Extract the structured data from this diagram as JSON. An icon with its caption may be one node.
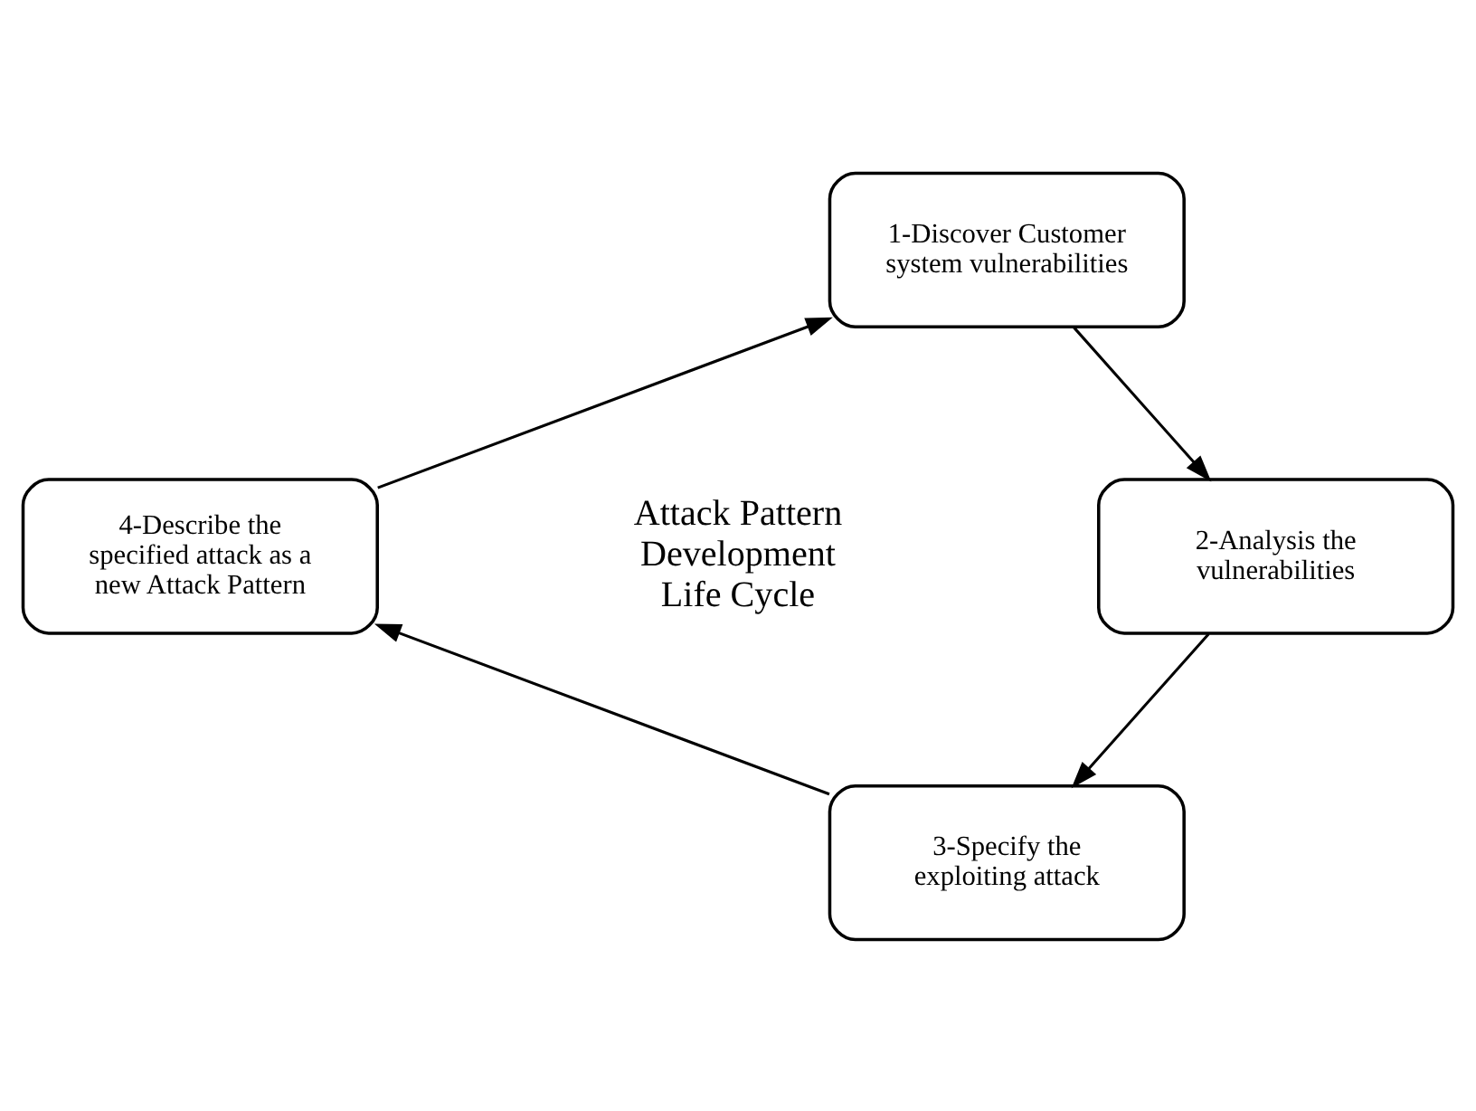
{
  "diagram": {
    "nodes": [
      {
        "text": [
          "1-Discover Customer system vulnerabilities"
        ]
      },
      {
        "text": [
          "2-Analysis the vulnerabilities"
        ]
      },
      {
        "text": [
          "3-Specify the exploiting attack"
        ]
      },
      {
        "text": [
          "4-Describe the specified attack as a new Attack Pattern"
        ]
      }
    ],
    "edges": [
      {
        "from": 0,
        "to": 1,
        "arrow": "to"
      },
      {
        "from": 1,
        "to": 2,
        "arrow": "to"
      },
      {
        "from": 2,
        "to": 3,
        "arrow": "to"
      },
      {
        "from": 3,
        "to": 0,
        "arrow": "to"
      }
    ],
    "labels": [
      "Attack Pattern Development Life Cycle"
    ]
  }
}
